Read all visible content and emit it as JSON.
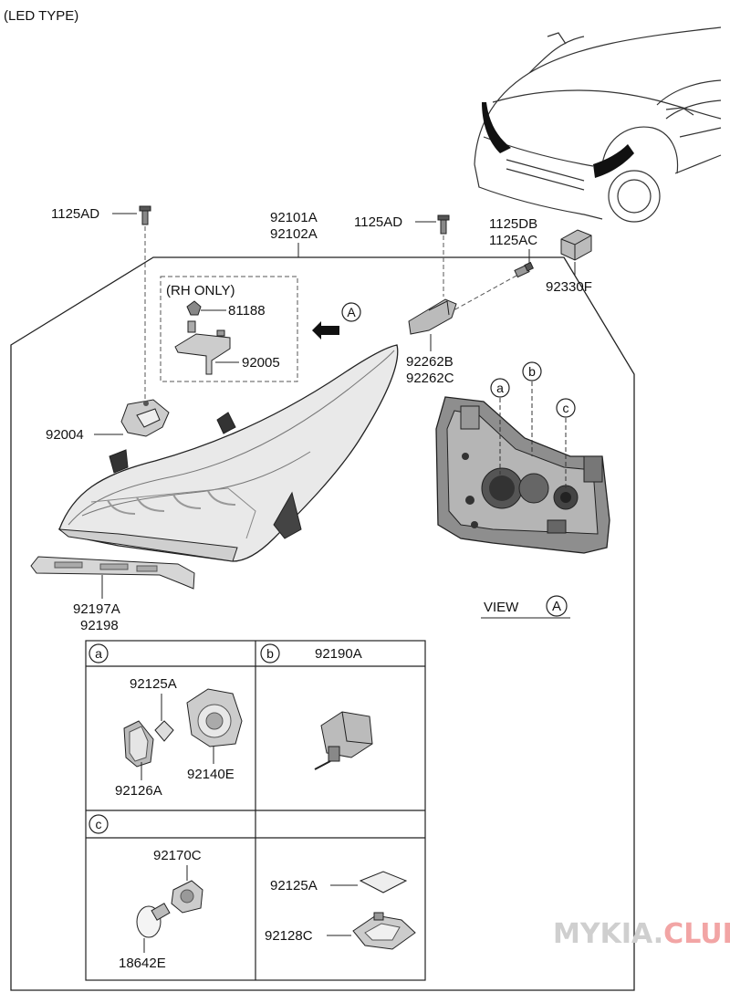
{
  "header": {
    "title": "(LED TYPE)"
  },
  "rh_only": "(RH ONLY)",
  "view": {
    "label": "VIEW",
    "marker": "A"
  },
  "arrow_marker": "A",
  "callouts": {
    "a": "a",
    "b": "b",
    "c": "c"
  },
  "parts": {
    "p1125ad_left": "1125AD",
    "p1125ad_right": "1125AD",
    "p92101a": "92101A",
    "p92102a": "92102A",
    "p1125db": "1125DB",
    "p1125ac": "1125AC",
    "p92330f": "92330F",
    "p81188": "81188",
    "p92005": "92005",
    "p92262b": "92262B",
    "p92262c": "92262C",
    "p92004": "92004",
    "p92197a": "92197A",
    "p92198": "92198"
  },
  "table": {
    "cell_a": {
      "marker": "a",
      "parts": [
        "92125A",
        "92126A",
        "92140E"
      ]
    },
    "cell_b": {
      "marker": "b",
      "title": "92190A"
    },
    "cell_c": {
      "marker": "c",
      "parts": [
        "92170C",
        "18642E"
      ]
    },
    "cell_d": {
      "parts": [
        "92125A",
        "92128C"
      ]
    }
  },
  "watermark": {
    "prefix": "MYKIA.",
    "suffix": "CLUB"
  },
  "colors": {
    "line": "#222222",
    "gray": "#8a8a8a",
    "watermark_gray": "#c8c8c8",
    "watermark_red": "#f2a0a0"
  }
}
